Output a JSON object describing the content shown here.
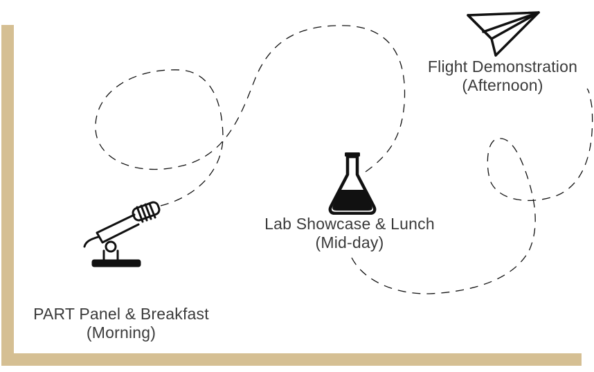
{
  "colors": {
    "frame": "#d5bf93",
    "ink": "#111111",
    "text": "#3a3a3a",
    "background": "#ffffff"
  },
  "stops": [
    {
      "icon": "microphone-icon",
      "title": "PART Panel & Breakfast",
      "time": "(Morning)"
    },
    {
      "icon": "flask-icon",
      "title": "Lab Showcase & Lunch",
      "time": "(Mid-day)"
    },
    {
      "icon": "paper-plane-icon",
      "title": "Flight Demonstration",
      "time": "(Afternoon)"
    }
  ]
}
